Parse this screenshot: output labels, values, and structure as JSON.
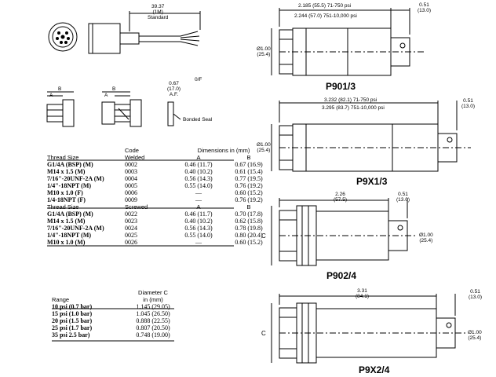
{
  "top_left": {
    "cable_len": "39.37",
    "cable_len2": "(1M)",
    "cable_len3": "Standard",
    "dim_B": "B",
    "dim_A": "A",
    "dim_067": "0.67",
    "dim_067b": "(17.0)",
    "dim_067c": "A.F.",
    "bonded_seal": "Bonded Seal",
    "cutoff": "0/F"
  },
  "table1": {
    "col_code": "Code",
    "col_dims": "Dimensions in (mm)",
    "h_thread": "Thread Size",
    "h_welded": "Welded",
    "h_a": "A",
    "h_b": "B",
    "rows": [
      [
        "G1/4A (BSP) (M)",
        "0002",
        "0.46 (11.7)",
        "0.67 (16.9)"
      ],
      [
        "M14 x 1.5 (M)",
        "0003",
        "0.40 (10.2)",
        "0.61 (15.4)"
      ],
      [
        "7/16\"-20UNF-2A (M)",
        "0004",
        "0.56 (14.3)",
        "0.77 (19.5)"
      ],
      [
        "1/4\"-18NPT (M)",
        "0005",
        "0.55 (14.0)",
        "0.76 (19.2)"
      ],
      [
        "M10 x 1.0 (F)",
        "0006",
        "—",
        "0.60 (15.2)"
      ],
      [
        "1/4-18NPT (F)",
        "0009",
        "—",
        "0.76 (19.2)"
      ]
    ],
    "h_thread2": "Thread Size",
    "h_screwed": "Screwed",
    "rows2": [
      [
        "G1/4A (BSP) (M)",
        "0022",
        "0.46 (11.7)",
        "0.70 (17.8)"
      ],
      [
        "M14 x 1.5 (M)",
        "0023",
        "0.40 (10.2)",
        "0.62 (15.8)"
      ],
      [
        "7/16\"-20UNF-2A (M)",
        "0024",
        "0.56 (14.3)",
        "0.78 (19.8)"
      ],
      [
        "1/4\"-18NPT (M)",
        "0025",
        "0.55 (14.0)",
        "0.80 (20.4)"
      ],
      [
        "M10 x 1.0 (M)",
        "0026",
        "—",
        "0.60 (15.2)"
      ]
    ]
  },
  "table2": {
    "h_diam": "Diameter C",
    "h_diam2": "in (mm)",
    "h_range": "Range",
    "rows": [
      [
        "10 psi (0.7 bar)",
        "1.145 (29.05)"
      ],
      [
        "15 psi (1.0 bar)",
        "1.045 (26.50)"
      ],
      [
        "20 psi (1.5 bar)",
        "0.888 (22.55)"
      ],
      [
        "25 psi (1.7 bar)",
        "0.807 (20.50)"
      ],
      [
        "35 psi 2.5 bar)",
        "0.748 (19.00)"
      ]
    ]
  },
  "p901": {
    "label": "P901/3",
    "d1": "2.185 (55.5) 71-750 psi",
    "d2": "2.244 (57.0) 751-10,000 psi",
    "d3": "0.51",
    "d3b": "(13.0)",
    "dia": "Ø1.00",
    "dia2": "(25.4)"
  },
  "p9x1": {
    "label": "P9X1/3",
    "d1": "3.232 (82.1) 71-750 psi",
    "d2": "3.295 (83.7) 751-10,000 psi",
    "d3": "0.51",
    "d3b": "(13.0)",
    "dia": "Ø1.00",
    "dia2": "(25.4)"
  },
  "p902": {
    "label": "P902/4",
    "d1": "2.26",
    "d1b": "(57.5)",
    "d3": "0.51",
    "d3b": "(13.0)",
    "c": "C",
    "dia": "Ø1.00",
    "dia2": "(25.4)"
  },
  "p9x2": {
    "label": "P9X2/4",
    "d1": "3.31",
    "d1b": "(84.1)",
    "d3": "0.51",
    "d3b": "(13.0)",
    "c": "C",
    "dia": "Ø1.00",
    "dia2": "(25.4)"
  }
}
